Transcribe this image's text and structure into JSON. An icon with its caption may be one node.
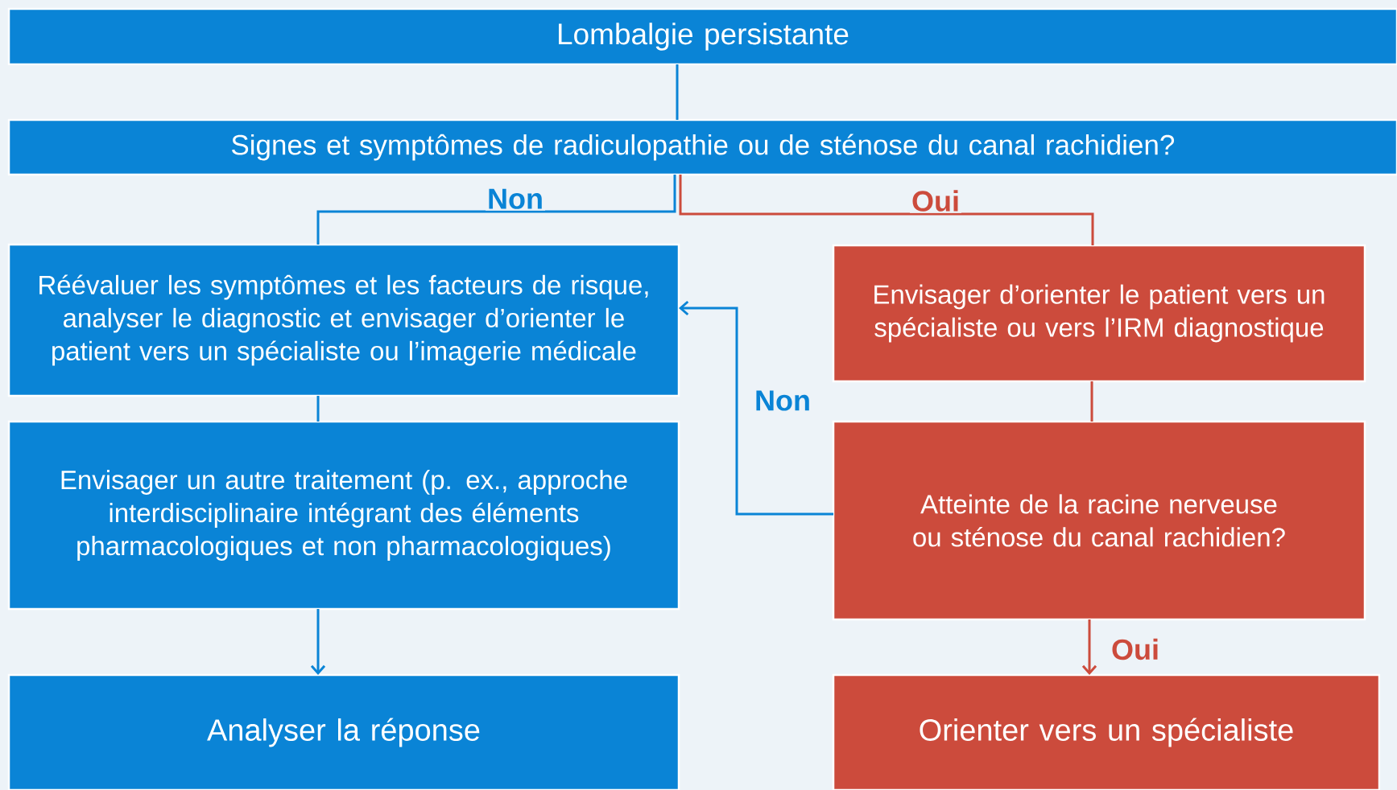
{
  "diagram": {
    "nodes": [
      {
        "text": [
          "Lombalgie persistante"
        ]
      },
      {
        "text": [
          "Signes et symptômes de radiculopathie ou de sténose du canal rachidien?"
        ]
      },
      {
        "text": [
          "Réévaluer les symptômes et les facteurs de risque, analyser le diagnostic et envisager d’orienter le patient vers un spécialiste ou l’imagerie médicale"
        ]
      },
      {
        "text": [
          "Envisager un autre traitement (p. ex., approche interdisciplinaire intégrant des éléments pharmacologiques et non pharmacologiques)"
        ]
      },
      {
        "text": [
          "Analyser la réponse"
        ]
      },
      {
        "text": [
          "Envisager d’orienter le patient vers un spécialiste ou vers l’IRM diagnostique"
        ]
      },
      {
        "text": [
          "Atteinte de la racine nerveuse ou sténose du canal rachidien?"
        ]
      },
      {
        "text": [
          "Orienter vers un spécialiste"
        ]
      }
    ],
    "edges": [
      {
        "from": 0,
        "to": 1,
        "arrow": "none"
      },
      {
        "from": 1,
        "to": 2,
        "arrow": "none",
        "label": "Non"
      },
      {
        "from": 1,
        "to": 5,
        "arrow": "none",
        "label": "Oui",
        "color": "#cc4b3c"
      },
      {
        "from": 2,
        "to": 3,
        "arrow": "none"
      },
      {
        "from": 3,
        "to": 4,
        "arrow": "to"
      },
      {
        "from": 5,
        "to": 6,
        "arrow": "none",
        "color": "#cc4b3c"
      },
      {
        "from": 6,
        "to": 2,
        "arrow": "to",
        "label": "Non"
      },
      {
        "from": 6,
        "to": 7,
        "arrow": "to",
        "label": "Oui",
        "color": "#cc4b3c"
      }
    ]
  }
}
